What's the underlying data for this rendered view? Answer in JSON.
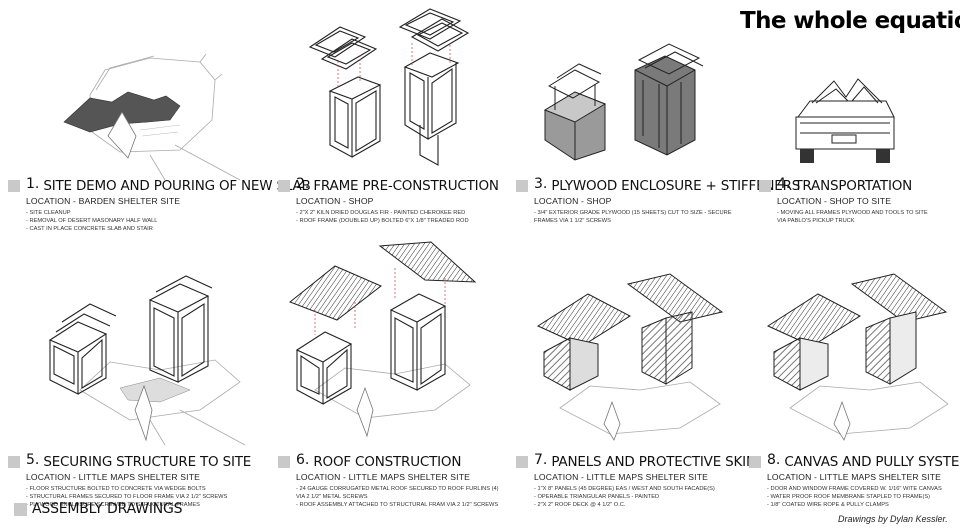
{
  "header": {
    "title": "The whole equation."
  },
  "steps": [
    {
      "number": "1.",
      "title": "SITE DEMO AND POURING OF NEW SLAB",
      "location": "LOCATION - BARDEN SHELTER SITE",
      "notes": [
        "- SITE CLEANUP",
        "- REMOVAL OF DESERT MASONARY HALF WALL",
        "- CAST IN PLACE CONCRETE SLAB AND STAIR"
      ]
    },
    {
      "number": "2.",
      "title": "FRAME PRE-CONSTRUCTION",
      "location": "LOCATION - SHOP",
      "notes": [
        "- 2\"x 2\" KILN DRIED DOUGLAS FIR - PAINTED CHEROKEE RED",
        "- ROOF FRAME (DOUBLED UP) BOLTED 6\"x 1/8\" TREADED ROD"
      ]
    },
    {
      "number": "3.",
      "title": "PLYWOOD ENCLOSURE + STIFFENERS",
      "location": "LOCATION - SHOP",
      "notes": [
        "- 3/4\" EXTERIOR GRADE PLYWOOD (15 SHEETS) CUT TO SIZE - SECURE",
        "  FRAMES VIA 1 1/2\" SCREWS"
      ]
    },
    {
      "number": "4.",
      "title": "TRANSPORTATION",
      "location": "LOCATION - SHOP TO SITE",
      "notes": [
        "- MOVING ALL FRAMES PLYWOOD AND TOOLS TO SITE",
        "  VIA PABLO'S PICKUP TRUCK"
      ]
    },
    {
      "number": "5.",
      "title": "SECURING STRUCTURE TO SITE",
      "location": "LOCATION - LITTLE MAPS SHELTER SITE",
      "notes": [
        "- FLOOR STRUCTURE BOLTED TO CONCRETE VIA WEDGE BOLTS",
        "- STRUCTURAL FRAMES SECURED TO FLOOR FRAME VIA 2 1/2\" SCREWS",
        "- PLYWOOD ENCLOSURE SCREWED TO STRUCTURAL FRAMES"
      ]
    },
    {
      "number": "6.",
      "title": "ROOF CONSTRUCTION",
      "location": "LOCATION - LITTLE MAPS SHELTER SITE",
      "notes": [
        "- 24 GAUGE CORRUGATED METAL ROOF SECURED TO ROOF FURLINS (4)",
        "  VIA 2 1/2\" METAL SCREWS",
        "- ROOF ASSEMBLY ATTACHED TO STRUCTURAL FRAM VIA 2 1/2\" SCREWS"
      ]
    },
    {
      "number": "7.",
      "title": "PANELS AND PROTECTIVE SKIN",
      "location": "LOCATION - LITTLE MAPS SHELTER SITE",
      "notes": [
        "- 1\"x 8\" PANELS (45 DEGREE) EAS / WEST AND SOUTH FACADE(S)",
        "- OPERABLE TRIANGULAR PANELS - PAINTED",
        "- 2\"x 2\" ROOF DECK @ 4 1/2\" O.C."
      ]
    },
    {
      "number": "8.",
      "title": "CANVAS AND PULLY SYSTEM",
      "location": "LOCATION - LITTLE MAPS SHELTER SITE",
      "notes": [
        "- DOOR AND WINDOW FRAME COVERED W. 1/16\" WITE CANVAS",
        "- WATER PROOF ROOF MEMBRANE STAPLED TO FRAME(S)",
        "- 1/8\" COATED WIRE ROPE & PULLY CLAMPS"
      ]
    }
  ],
  "footer": {
    "label": "ASSEMBLY DRAWINGS",
    "credit": "Drawings by Dylan Kessler."
  },
  "colors": {
    "marker": "#c9c9c9",
    "slab": "#555555",
    "dashes": "#d23a3a",
    "ink": "#222222"
  }
}
